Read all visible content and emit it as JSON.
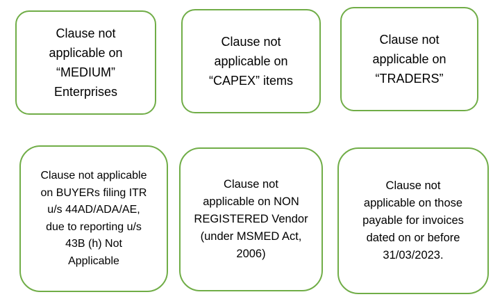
{
  "theme": {
    "border_color": "#70AD47",
    "text_color": "#000000",
    "background_color": "#ffffff"
  },
  "diagram": {
    "boxes": [
      {
        "id": "medium",
        "text": "Clause not\napplicable on\n“MEDIUM”\nEnterprises"
      },
      {
        "id": "capex",
        "text": "Clause not\napplicable on\n“CAPEX” items"
      },
      {
        "id": "traders",
        "text": "Clause not\napplicable on\n“TRADERS”"
      },
      {
        "id": "buyers-itr",
        "text": "Clause not applicable\non BUYERs filing ITR\nu/s 44AD/ADA/AE,\ndue to reporting u/s\n43B (h) Not\nApplicable"
      },
      {
        "id": "non-registered-vendor",
        "text": "Clause not\napplicable on NON\nREGISTERED Vendor\n(under MSMED Act,\n2006)"
      },
      {
        "id": "invoices-before-cutoff",
        "text": "Clause not\napplicable on those\npayable for invoices\ndated on or before\n31/03/2023."
      }
    ]
  }
}
